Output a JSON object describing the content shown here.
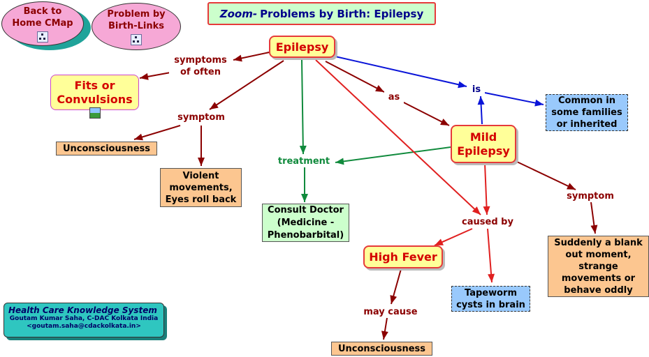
{
  "header": {
    "title_prefix": "Zoom-",
    "title_rest": "Problems by Birth: Epilepsy"
  },
  "nav": {
    "home_label": "Back to\nHome CMap",
    "birth_links_label": "Problem by\nBirth-Links",
    "map_icon": "concept-map-icon"
  },
  "nodes": {
    "epilepsy": "Epilepsy",
    "fits": "Fits or\nConvulsions",
    "fits_icon": "image-icon",
    "unconsciousness_left": "Unconsciousness",
    "violent": "Violent\nmovements,\nEyes roll back",
    "consult": "Consult Doctor\n(Medicine -\nPhenobarbital)",
    "mild": "Mild\nEpilepsy",
    "common": "Common in\nsome families\nor inherited",
    "high_fever": "High Fever",
    "tapeworm": "Tapeworm\ncysts in brain",
    "unconsciousness_bottom": "Unconsciousness",
    "suddenly": "Suddenly a blank\nout moment,\nstrange\nmovements or\nbehave oddly"
  },
  "links": {
    "symptoms_of_often": "symptoms\nof often",
    "symptom_left": "symptom",
    "treatment": "treatment",
    "as": "as",
    "is": "is",
    "caused_by": "caused by",
    "symptom_right": "symptom",
    "may_cause": "may cause"
  },
  "credit": {
    "title": "Health Care Knowledge System",
    "author": "Goutam Kumar Saha, C-DAC Kolkata India",
    "email": "<goutam.saha@cdackolkata.in>"
  },
  "colors": {
    "dark_red": "#8b0000",
    "red": "#e02020",
    "green": "#108a3c",
    "blue": "#0a14d8"
  }
}
